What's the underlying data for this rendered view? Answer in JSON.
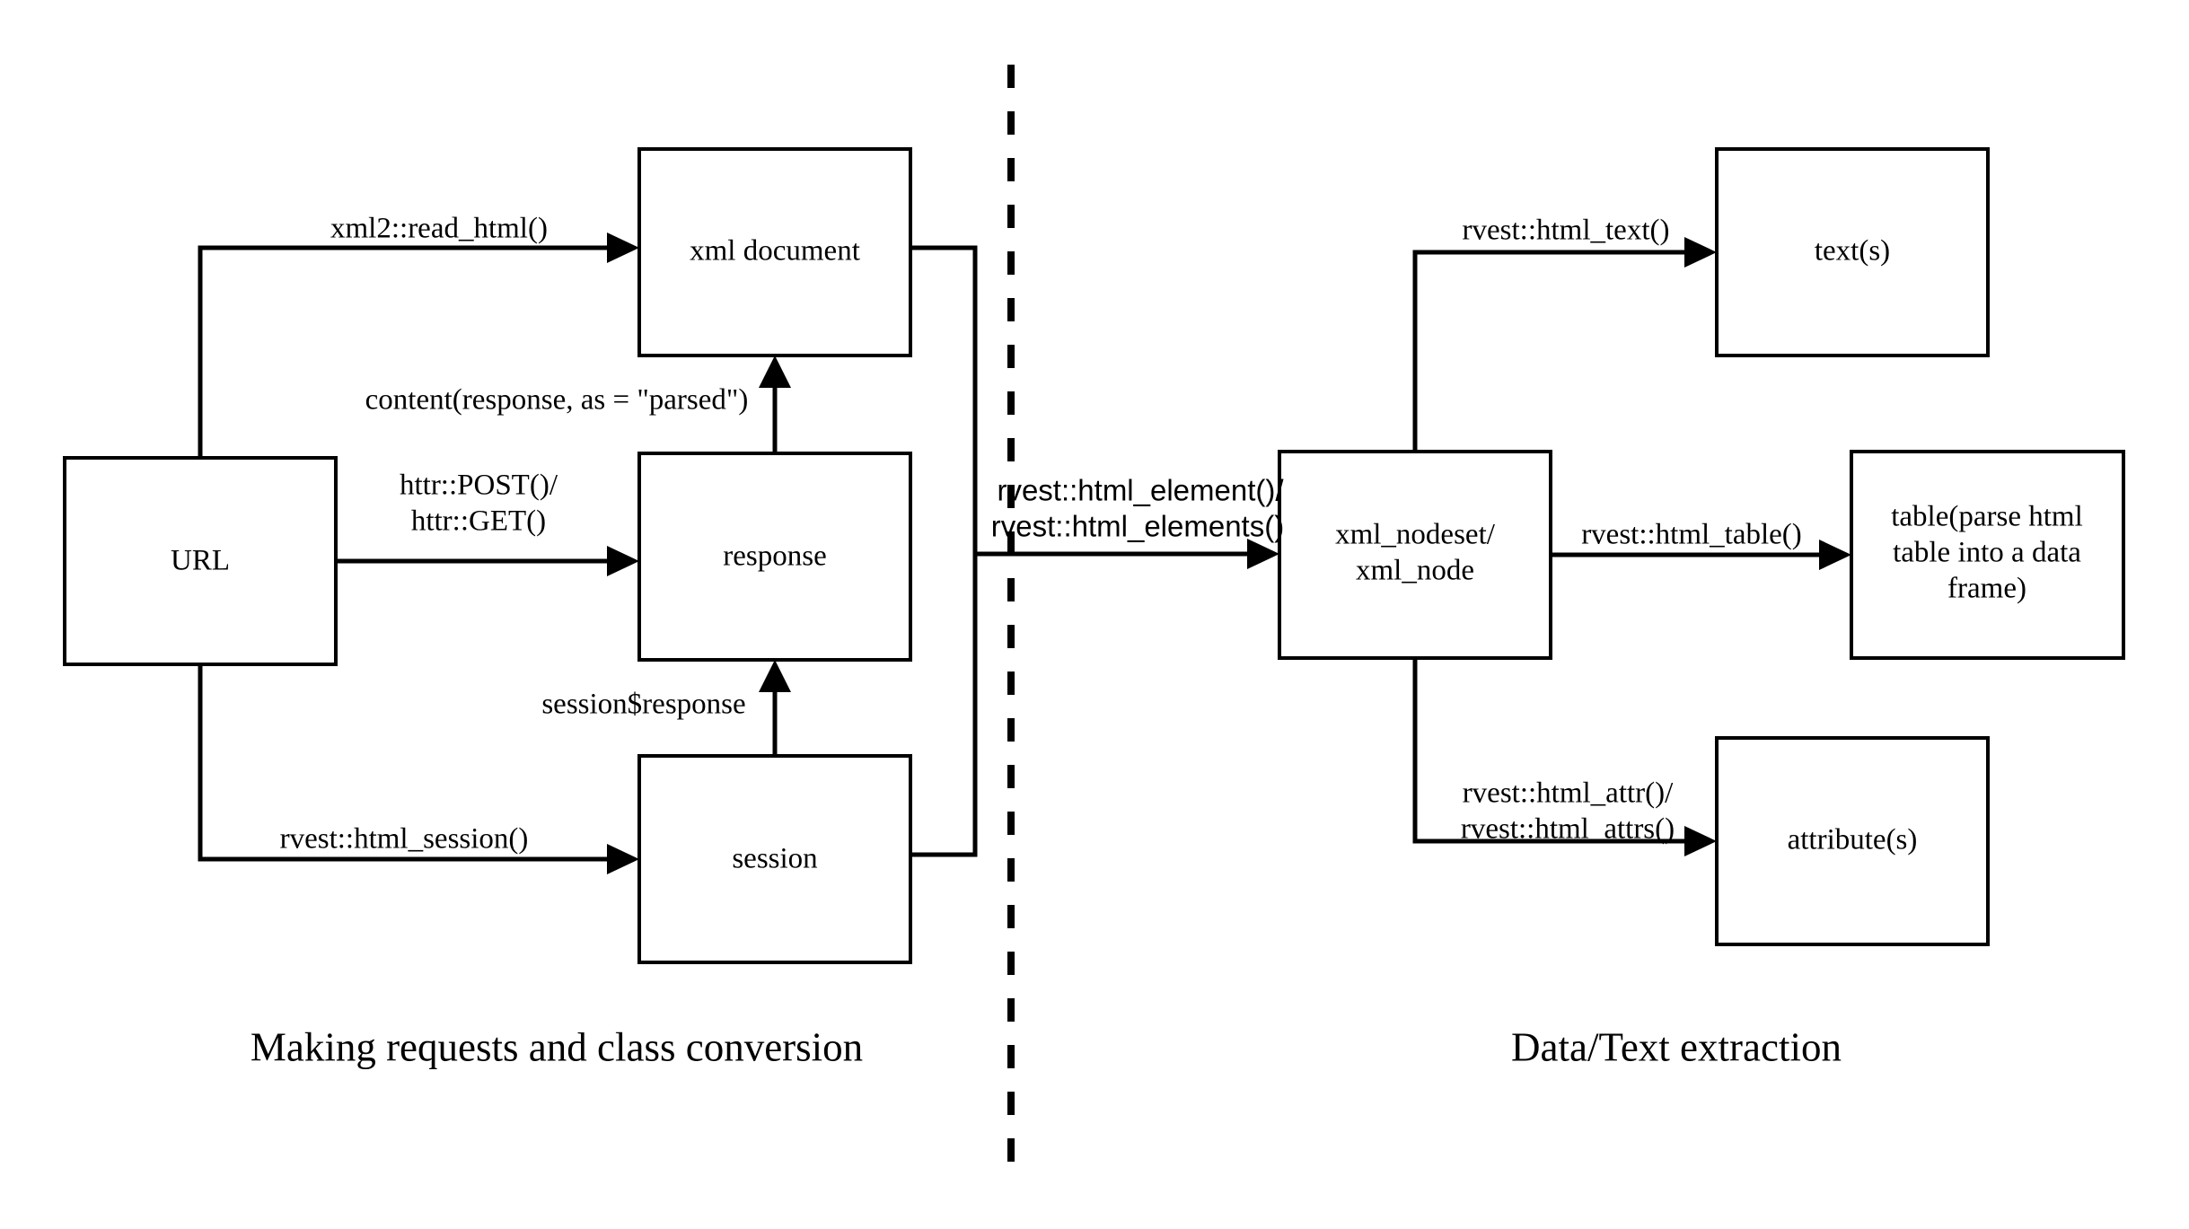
{
  "diagram": {
    "title_left": "Making requests and class conversion",
    "title_right": "Data/Text extraction",
    "colors": {
      "background": "#ffffff",
      "stroke": "#000000",
      "box_fill": "#ffffff"
    },
    "nodes": {
      "url": "URL",
      "xml_document": "xml document",
      "response": "response",
      "session": "session",
      "xml_nodeset_line1": "xml_nodeset/",
      "xml_nodeset_line2": "xml_node",
      "texts": "text(s)",
      "table_line1": "table(parse html",
      "table_line2": "table into a data",
      "table_line3": "frame)",
      "attributes": "attribute(s)"
    },
    "edges": {
      "read_html": "xml2::read_html()",
      "content_parsed": "content(response, as = \"parsed\")",
      "httr_post": "httr::POST()/",
      "httr_get": "httr::GET()",
      "session_response": "session$response",
      "html_session": "rvest::html_session()",
      "html_element": "rvest::html_element()/",
      "html_elements": "rvest::html_elements()",
      "html_text": "rvest::html_text()",
      "html_table": "rvest::html_table()",
      "html_attr": "rvest::html_attr()/",
      "html_attrs": "rvest::html_attrs()"
    }
  }
}
